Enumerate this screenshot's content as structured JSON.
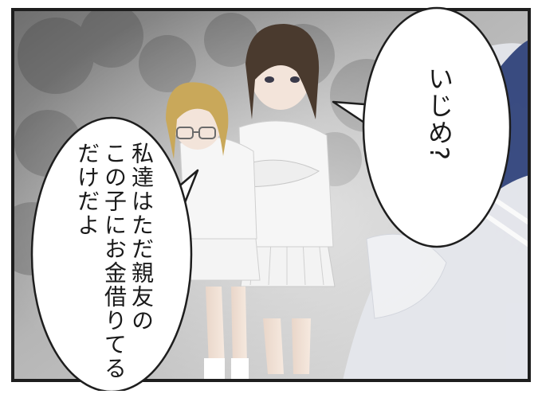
{
  "panel": {
    "speech_right": "いじめ?",
    "speech_left_lines": [
      "私達はただ親友の",
      "この子にお金借りてる",
      "だけだよ"
    ]
  },
  "colors": {
    "border": "#1e1e1e",
    "bubble_fill": "#ffffff",
    "background_gray": "#9a9a9a",
    "hair_brown": "#4a3a2e",
    "hair_blonde": "#c9a85a",
    "uniform_white": "#f4f4f4",
    "collar_navy": "#2b3f7a"
  }
}
